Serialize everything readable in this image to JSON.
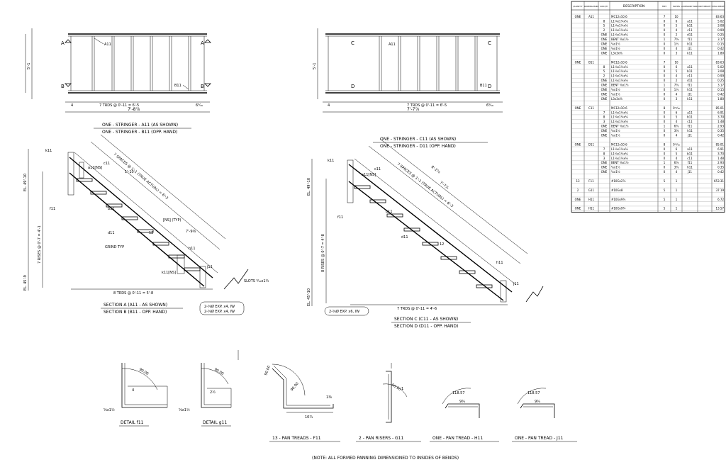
{
  "table": {
    "headers": [
      "QUANTITY",
      "SHIPPING MARK",
      "SUB QTY",
      "DESCRIPTION",
      "FEET",
      "INCHES",
      "ACCESSORY MARK",
      "UNIT WEIGHT",
      "TOTAL WEIGHT"
    ],
    "rows": [
      [
        "ONE",
        "A11",
        "",
        "MC12x10.6",
        "7",
        "10",
        "",
        "",
        "83.63"
      ],
      [
        "",
        "",
        "8",
        "L1¼x1¼x⅛",
        "0",
        "6",
        "a11",
        "",
        "5.02"
      ],
      [
        "",
        "",
        "5",
        "L1¼x1¼x⅛",
        "0",
        "5",
        "b11",
        "",
        "3.08"
      ],
      [
        "",
        "",
        "2",
        "L1¼x1¼x⅛",
        "0",
        "4",
        "c11",
        "",
        "0.99"
      ],
      [
        "",
        "",
        "ONE",
        "L1¼x1¼x⅛",
        "0",
        "2",
        "d11",
        "",
        "0.25"
      ],
      [
        "",
        "",
        "ONE",
        "BENT ⅝x1½",
        "1",
        "7⅝",
        "f11",
        "",
        "3.17"
      ],
      [
        "",
        "",
        "ONE",
        "⅛x1½",
        "0",
        "1½",
        "h11",
        "",
        "0.15"
      ],
      [
        "",
        "",
        "ONE",
        "⅛x1½",
        "0",
        "4",
        "j11",
        "",
        "0.42"
      ],
      [
        "",
        "",
        "ONE",
        "L3x3x⅜",
        "0",
        "3",
        "k11",
        "",
        "1.80"
      ],
      [
        "",
        "",
        "",
        "",
        "",
        "",
        "",
        "",
        ""
      ],
      [
        "ONE",
        "B11",
        "",
        "MC12x10.6",
        "7",
        "10",
        "",
        "",
        "83.63"
      ],
      [
        "",
        "",
        "8",
        "L1¼x1¼x⅛",
        "0",
        "6",
        "a11",
        "",
        "5.02"
      ],
      [
        "",
        "",
        "5",
        "L1¼x1¼x⅛",
        "0",
        "5",
        "b11",
        "",
        "3.08"
      ],
      [
        "",
        "",
        "2",
        "L1¼x1¼x⅛",
        "0",
        "4",
        "c11",
        "",
        "0.99"
      ],
      [
        "",
        "",
        "ONE",
        "L1¼x1¼x⅛",
        "0",
        "2",
        "d11",
        "",
        "0.25"
      ],
      [
        "",
        "",
        "ONE",
        "BENT ⅝x1½",
        "1",
        "7⅝",
        "f11",
        "",
        "3.17"
      ],
      [
        "",
        "",
        "ONE",
        "⅛x1½",
        "0",
        "1½",
        "h11",
        "",
        "0.15"
      ],
      [
        "",
        "",
        "ONE",
        "⅛x1½",
        "0",
        "4",
        "j11",
        "",
        "0.42"
      ],
      [
        "",
        "",
        "ONE",
        "L3x3x⅜",
        "0",
        "3",
        "k11",
        "",
        "1.80"
      ],
      [
        "",
        "",
        "",
        "",
        "",
        "",
        "",
        "",
        ""
      ],
      [
        "ONE",
        "C11",
        "",
        "MC12x10.6",
        "8",
        "0¹¹⁄₁₆",
        "",
        "",
        "85.01"
      ],
      [
        "",
        "",
        "7",
        "L1¼x1¼x⅛",
        "0",
        "6",
        "a11",
        "",
        "6.91"
      ],
      [
        "",
        "",
        "8",
        "L1¼x1¼x⅛",
        "0",
        "5",
        "b11",
        "",
        "3.70"
      ],
      [
        "",
        "",
        "3",
        "L1¼x1¼x⅛",
        "0",
        "4",
        "c11",
        "",
        "1.48"
      ],
      [
        "",
        "",
        "ONE",
        "BENT ⅝x1½",
        "1",
        "6⅝",
        "f11",
        "",
        "2.93"
      ],
      [
        "",
        "",
        "ONE",
        "⅛x1½",
        "0",
        "3⅝",
        "h11",
        "",
        "0.35"
      ],
      [
        "",
        "",
        "ONE",
        "⅛x1½",
        "0",
        "4",
        "j11",
        "",
        "0.42"
      ],
      [
        "",
        "",
        "",
        "",
        "",
        "",
        "",
        "",
        ""
      ],
      [
        "ONE",
        "D11",
        "",
        "MC12x10.6",
        "8",
        "0¹¹⁄₁₆",
        "",
        "",
        "85.01"
      ],
      [
        "",
        "",
        "7",
        "L1¼x1¼x⅛",
        "0",
        "6",
        "a11",
        "",
        "6.91"
      ],
      [
        "",
        "",
        "8",
        "L1¼x1¼x⅛",
        "0",
        "5",
        "b11",
        "",
        "3.70"
      ],
      [
        "",
        "",
        "3",
        "L1¼x1¼x⅛",
        "0",
        "4",
        "c11",
        "",
        "1.48"
      ],
      [
        "",
        "",
        "ONE",
        "BENT ⅝x1½",
        "1",
        "6⅝",
        "f11",
        "",
        "2.93"
      ],
      [
        "",
        "",
        "ONE",
        "⅛x1½",
        "0",
        "3⅝",
        "h11",
        "",
        "0.35"
      ],
      [
        "",
        "",
        "ONE",
        "⅛x1½",
        "0",
        "4",
        "j11",
        "",
        "0.42"
      ],
      [
        "",
        "",
        "",
        "",
        "",
        "",
        "",
        "",
        ""
      ],
      [
        "13",
        "F11",
        "",
        "#10Gx2⅞",
        "5",
        "1",
        "",
        "",
        "653.31"
      ],
      [
        "",
        "",
        "",
        "",
        "",
        "",
        "",
        "",
        ""
      ],
      [
        "2",
        "G11",
        "",
        "#10Gx8",
        "5",
        "1",
        "",
        "",
        "37.19"
      ],
      [
        "",
        "",
        "",
        "",
        "",
        "",
        "",
        "",
        ""
      ],
      [
        "ONE",
        "H11",
        "",
        "#10Gx9¾",
        "5",
        "1",
        "",
        "",
        "6.72"
      ],
      [
        "",
        "",
        "",
        "",
        "",
        "",
        "",
        "",
        ""
      ],
      [
        "ONE",
        "H11",
        "",
        "#10Gx9¾",
        "5",
        "1",
        "",
        "",
        "13.57"
      ]
    ]
  },
  "plan_left": {
    "cut_a": "A",
    "cut_b": "B",
    "mark_top": "A11",
    "mark_bottom": "B11",
    "dim_treads": "7 TRDS @ 0'-11 = 6'-5",
    "dim_total": "7'-8⅞",
    "dim_side": "5'-1",
    "dim_small": "4",
    "dim_end": "6⁵⁄₁₆"
  },
  "plan_right": {
    "cut_a": "C",
    "cut_b": "D",
    "mark_top": "A11",
    "mark_bottom": "B11",
    "dim_treads": "7 TRDS @ 0'-11 = 6'-5",
    "dim_total": "7'-7⅞",
    "dim_side": "5'-1",
    "dim_small": "4",
    "dim_end": "6⁵⁄₁₆"
  },
  "stringer_left": {
    "label1": "ONE - STRINGER - A11 (AS SHOWN)",
    "label2": "ONE - STRINGER - B11 (OPP. HAND)",
    "dim_run": "8 TRDS @ 0'-11 = 5'-8",
    "dim_rise": "7 RISES @ 0'-7 = 4'-1",
    "dim_slope": "7 SPACES @ 1'-1 (TRUE ACTUAL) = 6'-3",
    "elev_top": "EL. 49'-10",
    "elev_bot": "EL. 45'-9",
    "section_title1": "SECTION A (A11 - AS SHOWN)",
    "section_title2": "SECTION B (B11 - OPP. HAND)",
    "bolt_note1": "2-⅝Ø EXP. x4, IW",
    "bolt_note2": "2-⅝Ø EXP. x4, IW",
    "marks": [
      "k11",
      "a11[NS]",
      "c11",
      "f11",
      "b11",
      "d11",
      "h11",
      "j11",
      "k11[NS]",
      "12",
      "GRIND TYP",
      "[NS] (TYP)",
      "1'-10",
      "7'-9⅜",
      "SLOTS ⁹⁄₁₆x1½"
    ]
  },
  "stringer_right": {
    "label1": "ONE - STRINGER - C11 (AS SHOWN)",
    "label2": "ONE - STRINGER - D11 (OPP. HAND)",
    "dim_run": "7 TRDS @ 0'-11 = 4'-6",
    "dim_rise": "8 RISES @ 0'-7 = 4'-8",
    "dim_slope": "7 SPACES @ 1'-1 (TRUE ACTUAL) = 6'-3",
    "elev_top": "EL. 49'-10",
    "elev_bot": "EL. 45'-10",
    "section_title1": "SECTION C (C11 - AS SHOWN)",
    "section_title2": "SECTION D (D11 - OPP. HAND)",
    "bolt_note": "2-⅝Ø EXP. x6, IW",
    "marks": [
      "k11",
      "a11[NS]",
      "c11",
      "f11",
      "b11",
      "d11",
      "h11",
      "j11",
      "12",
      "8'-2⅞",
      "7'-7⅞"
    ]
  },
  "details": [
    {
      "title": "DETAIL f11",
      "label": "⅝x1½",
      "dim": "4",
      "angle": "90.00"
    },
    {
      "title": "DETAIL g11",
      "label": "⅝x1½",
      "dim": "2½",
      "angle": "90.00"
    }
  ],
  "pans": [
    {
      "title": "13 - PAN TREADS - F11",
      "dims": [
        "10¾",
        "1⅜",
        "90.00",
        "90.00"
      ]
    },
    {
      "title": "2 - PAN RISERS - G11",
      "dims": [
        "1",
        "90.00"
      ]
    },
    {
      "title": "ONE - PAN TREAD - H11",
      "dims": [
        "9¾",
        "118.57"
      ]
    },
    {
      "title": "ONE - PAN TREAD - J11",
      "dims": [
        "9¾",
        "118.57"
      ]
    }
  ],
  "note": "(NOTE: ALL FORMED PANNING DIMENSIONED TO INSIDES OF BENDS)"
}
